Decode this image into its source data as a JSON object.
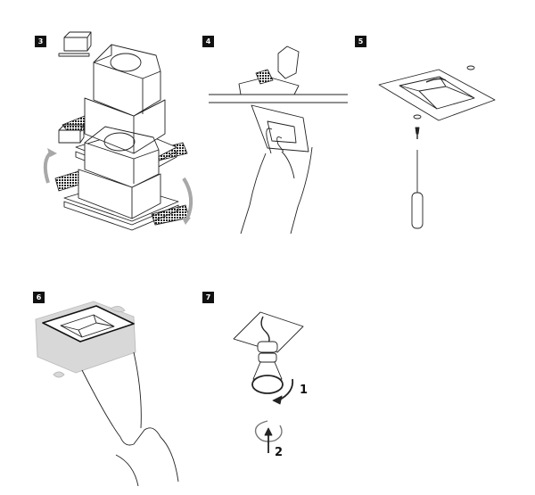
{
  "steps": [
    {
      "number": "3",
      "icon": "plaster-frame-mesh-icon"
    },
    {
      "number": "4",
      "icon": "insert-frame-into-ceiling-icon"
    },
    {
      "number": "5",
      "icon": "screw-frame-icon"
    },
    {
      "number": "6",
      "icon": "plaster-finish-icon"
    },
    {
      "number": "7",
      "icon": "lamp-install-icon"
    }
  ],
  "step7_labels": {
    "rotate": "1",
    "push": "2"
  },
  "colors": {
    "badge": "#111111",
    "line": "#222222",
    "arrow": "#a8a8a8",
    "plaster": "#d8d8d8"
  }
}
